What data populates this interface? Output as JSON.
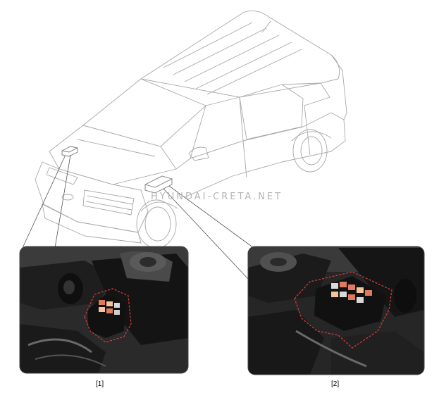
{
  "watermark": "HYUNDAI-CRETA.NET",
  "captions": {
    "left": "[1]",
    "right": "[2]"
  },
  "colors": {
    "outline": "#9a9a9a",
    "highlight_dash": "#d23a3a",
    "photo_dark": "#1b1b1b"
  }
}
